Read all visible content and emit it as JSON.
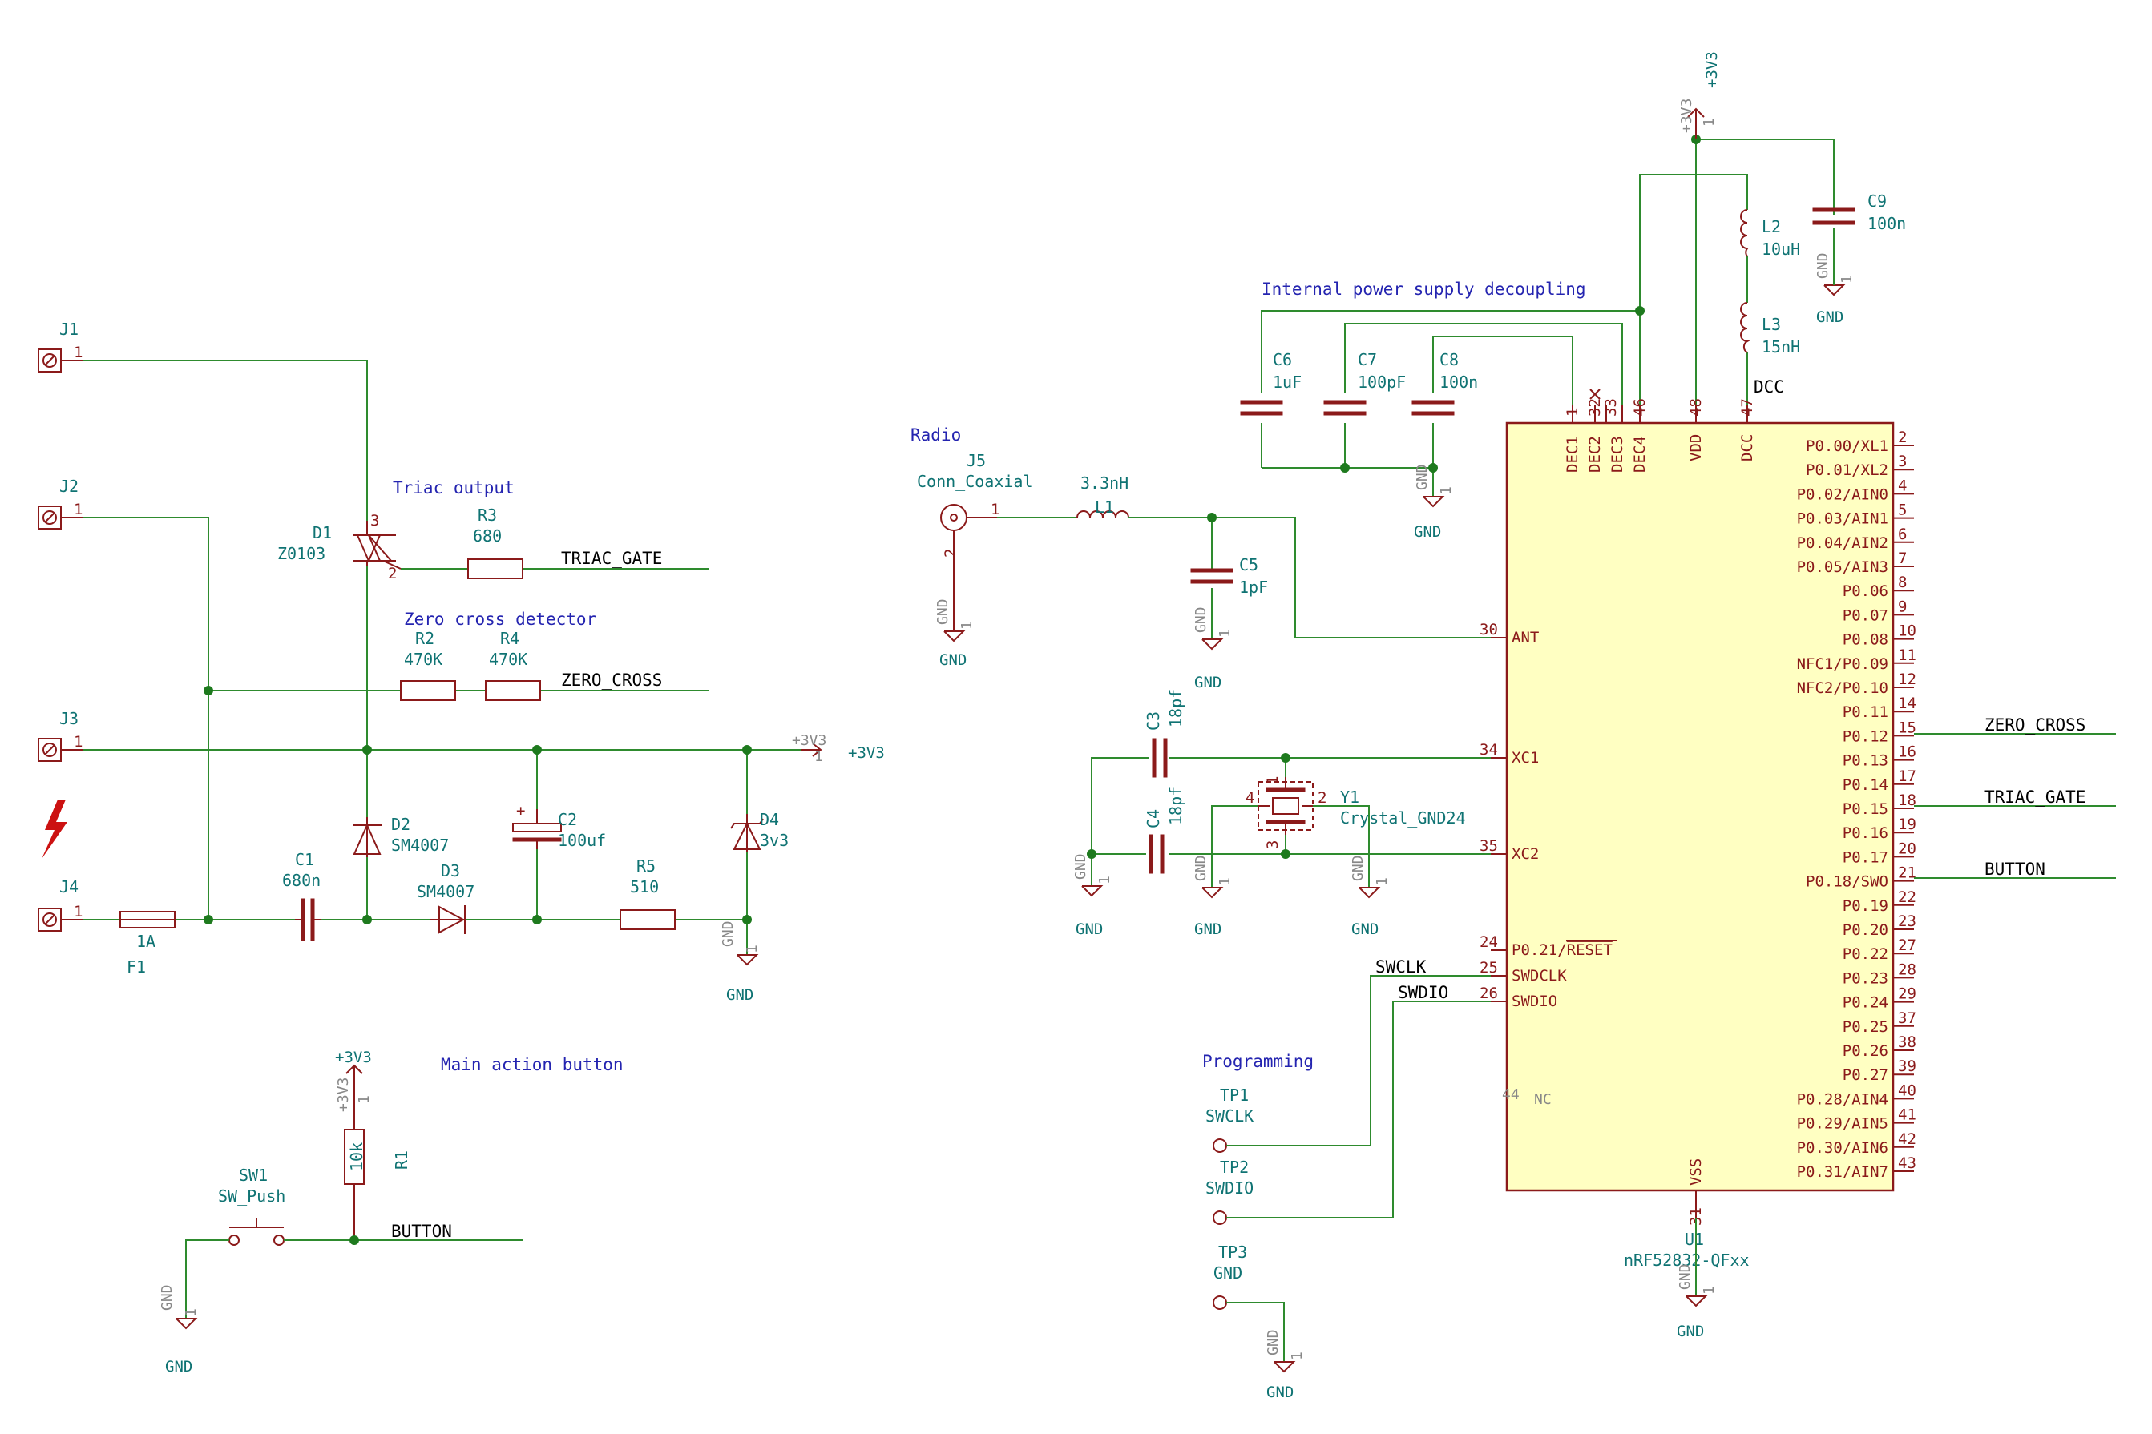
{
  "notes": {
    "triac_output": "Triac output",
    "zero_cross": "Zero cross detector",
    "main_button": "Main action button",
    "radio": "Radio",
    "decoupling": "Internal power supply decoupling",
    "programming": "Programming"
  },
  "connectors": {
    "j1": "J1",
    "j2": "J2",
    "j3": "J3",
    "j4": "J4",
    "j5_ref": "J5",
    "j5_val": "Conn_Coaxial"
  },
  "parts": {
    "d1_ref": "D1",
    "d1_val": "Z0103",
    "r3_ref": "R3",
    "r3_val": "680",
    "r2_ref": "R2",
    "r2_val": "470K",
    "r4_ref": "R4",
    "r4_val": "470K",
    "d2_ref": "D2",
    "d2_val": "SM4007",
    "d3_ref": "D3",
    "d3_val": "SM4007",
    "c1_ref": "C1",
    "c1_val": "680n",
    "c2_ref": "C2",
    "c2_val": "100uf",
    "r5_ref": "R5",
    "r5_val": "510",
    "d4_ref": "D4",
    "d4_val": "3v3",
    "f1_ref": "F1",
    "f1_val": "1A",
    "r1_ref": "R1",
    "r1_val": "10k",
    "sw1_ref": "SW1",
    "sw1_val": "SW_Push",
    "l1_ref": "L1",
    "l1_val": "3.3nH",
    "c5_ref": "C5",
    "c5_val": "1pF",
    "c3_ref": "C3",
    "c3_val": "18pf",
    "c4_ref": "C4",
    "c4_val": "18pf",
    "y1_ref": "Y1",
    "y1_val": "Crystal_GND24",
    "c6_ref": "C6",
    "c6_val": "1uF",
    "c7_ref": "C7",
    "c7_val": "100pF",
    "c8_ref": "C8",
    "c8_val": "100n",
    "c9_ref": "C9",
    "c9_val": "100n",
    "l2_ref": "L2",
    "l2_val": "10uH",
    "l3_ref": "L3",
    "l3_val": "15nH",
    "tp1_ref": "TP1",
    "tp1_val": "SWCLK",
    "tp2_ref": "TP2",
    "tp2_val": "SWDIO",
    "tp3_ref": "TP3",
    "tp3_val": "GND",
    "u1_ref": "U1",
    "u1_val": "nRF52832-QFxx"
  },
  "nets": {
    "triac_gate": "TRIAC_GATE",
    "zero_cross": "ZERO_CROSS",
    "button": "BUTTON",
    "swclk": "SWCLK",
    "swdio": "SWDIO",
    "dcc": "DCC"
  },
  "power": {
    "v33": "+3V3",
    "gnd": "GND",
    "gnd_small": "GND"
  },
  "u1_right_pins": [
    {
      "num": "2",
      "name": "P0.00/XL1"
    },
    {
      "num": "3",
      "name": "P0.01/XL2"
    },
    {
      "num": "4",
      "name": "P0.02/AIN0"
    },
    {
      "num": "5",
      "name": "P0.03/AIN1"
    },
    {
      "num": "6",
      "name": "P0.04/AIN2"
    },
    {
      "num": "7",
      "name": "P0.05/AIN3"
    },
    {
      "num": "8",
      "name": "P0.06"
    },
    {
      "num": "9",
      "name": "P0.07"
    },
    {
      "num": "10",
      "name": "P0.08"
    },
    {
      "num": "11",
      "name": "NFC1/P0.09"
    },
    {
      "num": "12",
      "name": "NFC2/P0.10"
    },
    {
      "num": "14",
      "name": "P0.11"
    },
    {
      "num": "15",
      "name": "P0.12"
    },
    {
      "num": "16",
      "name": "P0.13"
    },
    {
      "num": "17",
      "name": "P0.14"
    },
    {
      "num": "18",
      "name": "P0.15"
    },
    {
      "num": "19",
      "name": "P0.16"
    },
    {
      "num": "20",
      "name": "P0.17"
    },
    {
      "num": "21",
      "name": "P0.18/SWO"
    },
    {
      "num": "22",
      "name": "P0.19"
    },
    {
      "num": "23",
      "name": "P0.20"
    },
    {
      "num": "27",
      "name": "P0.22"
    },
    {
      "num": "28",
      "name": "P0.23"
    },
    {
      "num": "29",
      "name": "P0.24"
    },
    {
      "num": "37",
      "name": "P0.25"
    },
    {
      "num": "38",
      "name": "P0.26"
    },
    {
      "num": "39",
      "name": "P0.27"
    },
    {
      "num": "40",
      "name": "P0.28/AIN4"
    },
    {
      "num": "41",
      "name": "P0.29/AIN5"
    },
    {
      "num": "42",
      "name": "P0.30/AIN6"
    },
    {
      "num": "43",
      "name": "P0.31/AIN7"
    }
  ],
  "u1_left_pins": {
    "ant": {
      "num": "30",
      "name": "ANT"
    },
    "xc1": {
      "num": "34",
      "name": "XC1"
    },
    "xc2": {
      "num": "35",
      "name": "XC2"
    },
    "reset": {
      "num": "24",
      "name": "P0.21/RESET",
      "prefix": "P0.21/",
      "over": "RESET"
    },
    "swdclk": {
      "num": "25",
      "name": "SWDCLK"
    },
    "swdio": {
      "num": "26",
      "name": "SWDIO"
    },
    "nc": {
      "num": "44",
      "name": "NC"
    }
  },
  "u1_top_pins": {
    "dec1": {
      "num": "1",
      "name": "DEC1"
    },
    "dec2": {
      "num": "32",
      "name": "DEC2"
    },
    "dec3": {
      "num": "33",
      "name": "DEC3"
    },
    "dec4": {
      "num": "46",
      "name": "DEC4"
    },
    "vdd": {
      "num": "48",
      "name": "VDD"
    },
    "dcc": {
      "num": "47",
      "name": "DCC"
    }
  },
  "u1_bottom_pins": {
    "vss": {
      "num": "31",
      "name": "VSS"
    }
  },
  "pin_numbers": {
    "one": "1",
    "two": "2",
    "three": "3",
    "four": "4",
    "plus": "+"
  }
}
